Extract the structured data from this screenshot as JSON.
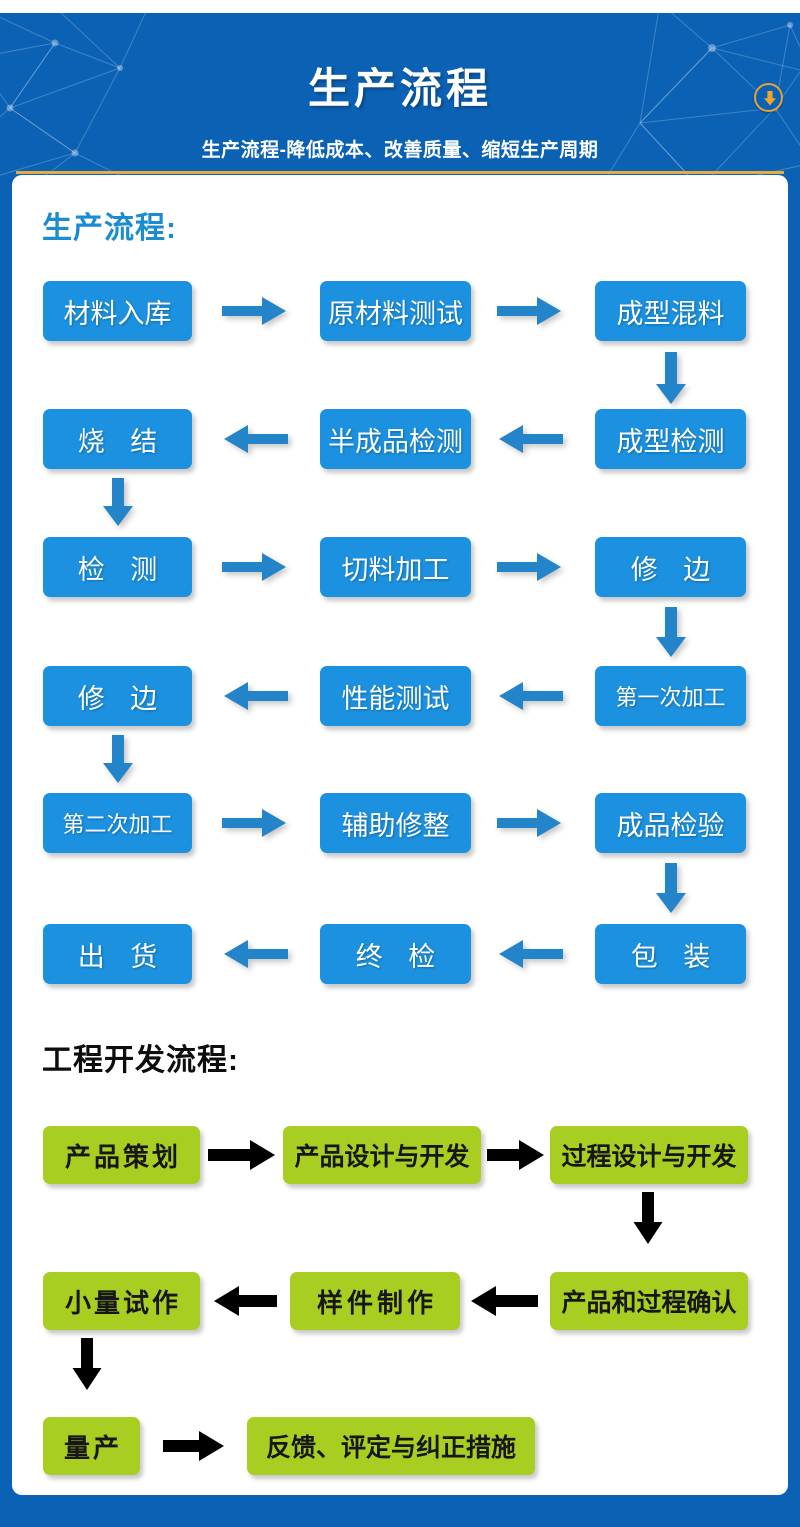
{
  "header": {
    "title": "生产流程",
    "subtitle": "生产流程-降低成本、改善质量、缩短生产周期",
    "download_icon": "download-circle-icon",
    "bg_color": "#0b62b5",
    "divider_color": "#e3ad44",
    "accent_color": "#e8a13a"
  },
  "card": {
    "bg_color": "#ffffff"
  },
  "sections": [
    {
      "id": "production",
      "heading": "生产流程:",
      "heading_color": "#1b8cd0",
      "node_color": "#1b91e0",
      "node_text_color": "#ffffff",
      "arrow_color": "#2384c9",
      "nodes": [
        {
          "label": "材料入库",
          "row": 1,
          "col": 1
        },
        {
          "label": "原材料测试",
          "row": 1,
          "col": 2
        },
        {
          "label": "成型混料",
          "row": 1,
          "col": 3
        },
        {
          "label": "成型检测",
          "row": 2,
          "col": 3
        },
        {
          "label": "半成品检测",
          "row": 2,
          "col": 2
        },
        {
          "label": "烧 结",
          "row": 2,
          "col": 1
        },
        {
          "label": "检 测",
          "row": 3,
          "col": 1
        },
        {
          "label": "切料加工",
          "row": 3,
          "col": 2
        },
        {
          "label": "修 边",
          "row": 3,
          "col": 3
        },
        {
          "label": "第一次加工",
          "row": 4,
          "col": 3
        },
        {
          "label": "性能测试",
          "row": 4,
          "col": 2
        },
        {
          "label": "修 边",
          "row": 4,
          "col": 1
        },
        {
          "label": "第二次加工",
          "row": 5,
          "col": 1
        },
        {
          "label": "辅助修整",
          "row": 5,
          "col": 2
        },
        {
          "label": "成品检验",
          "row": 5,
          "col": 3
        },
        {
          "label": "包 装",
          "row": 6,
          "col": 3
        },
        {
          "label": "终 检",
          "row": 6,
          "col": 2
        },
        {
          "label": "出 货",
          "row": 6,
          "col": 1
        }
      ]
    },
    {
      "id": "engineering",
      "heading": "工程开发流程:",
      "heading_color": "#0d0d0d",
      "node_color": "#a8ce22",
      "node_text_color": "#171717",
      "arrow_color": "#000000",
      "nodes": [
        {
          "label": "产品策划",
          "row": 1,
          "col": 1
        },
        {
          "label": "产品设计与开发",
          "row": 1,
          "col": 2
        },
        {
          "label": "过程设计与开发",
          "row": 1,
          "col": 3
        },
        {
          "label": "产品和过程确认",
          "row": 2,
          "col": 3
        },
        {
          "label": "样件制作",
          "row": 2,
          "col": 2
        },
        {
          "label": "小量试作",
          "row": 2,
          "col": 1
        },
        {
          "label": "量产",
          "row": 3,
          "col": 1
        },
        {
          "label": "反馈、评定与纠正措施",
          "row": 3,
          "col": 2
        }
      ]
    }
  ]
}
